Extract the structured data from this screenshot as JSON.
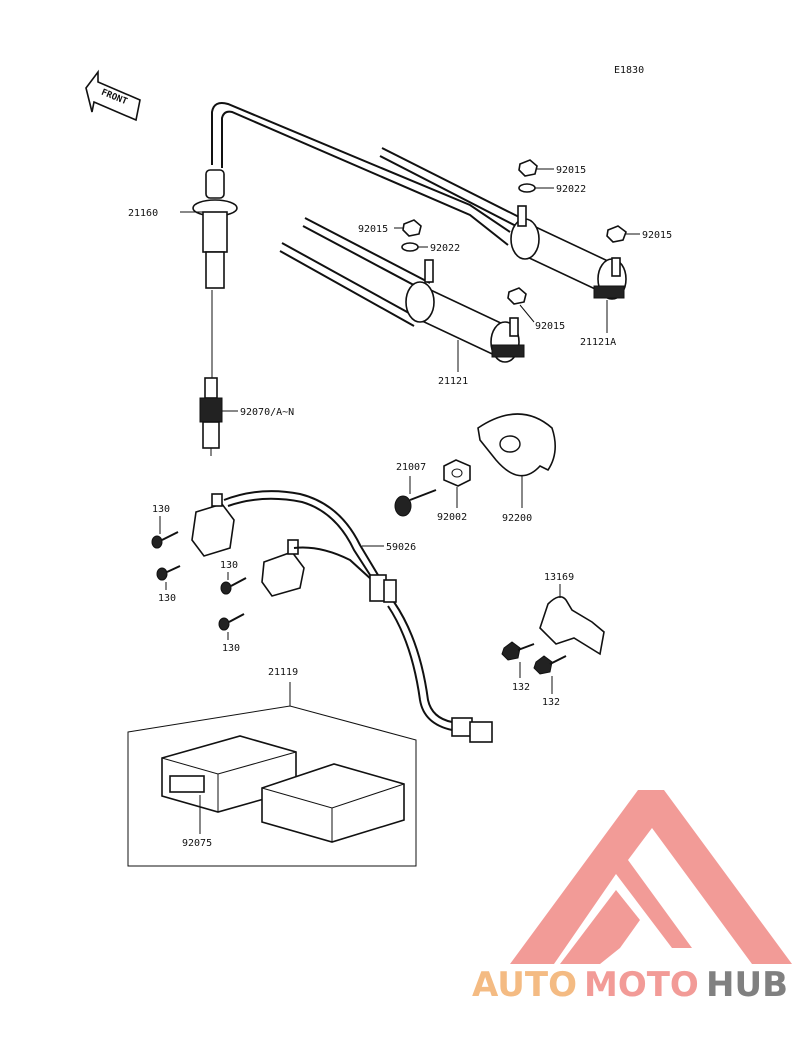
{
  "diagram_code": "E1830",
  "front_label": "FRONT",
  "callouts": [
    {
      "id": "plug-cap",
      "text": "21160"
    },
    {
      "id": "spark-plug",
      "text": "92070/A~N"
    },
    {
      "id": "coil-front",
      "text": "21121"
    },
    {
      "id": "coil-rear",
      "text": "21121A"
    },
    {
      "id": "nut-top",
      "text": "92015"
    },
    {
      "id": "washer-top",
      "text": "92022"
    },
    {
      "id": "nut-right",
      "text": "92015"
    },
    {
      "id": "nut-mid",
      "text": "92015"
    },
    {
      "id": "washer-mid",
      "text": "92022"
    },
    {
      "id": "nut-coil",
      "text": "92015"
    },
    {
      "id": "bolt-92002",
      "text": "92002"
    },
    {
      "id": "nut-92200",
      "text": "92200"
    },
    {
      "id": "plate-21007",
      "text": "21007"
    },
    {
      "id": "harness-59026",
      "text": "59026"
    },
    {
      "id": "screw-130-a",
      "text": "130"
    },
    {
      "id": "screw-130-b",
      "text": "130"
    },
    {
      "id": "screw-130-c",
      "text": "130"
    },
    {
      "id": "screw-130-d",
      "text": "130"
    },
    {
      "id": "bracket-13169",
      "text": "13169"
    },
    {
      "id": "bolt-132-a",
      "text": "132"
    },
    {
      "id": "bolt-132-b",
      "text": "132"
    },
    {
      "id": "igniter-21119",
      "text": "21119"
    },
    {
      "id": "pad-92075",
      "text": "92075"
    }
  ],
  "watermark": {
    "word_1": "AUTO",
    "word_2": "MOTO",
    "word_3": "HUB",
    "colors": {
      "triangle": "#f08a86",
      "auto": "#f3b06e",
      "moto": "#f08a86",
      "hub": "#6b6b6b"
    }
  }
}
